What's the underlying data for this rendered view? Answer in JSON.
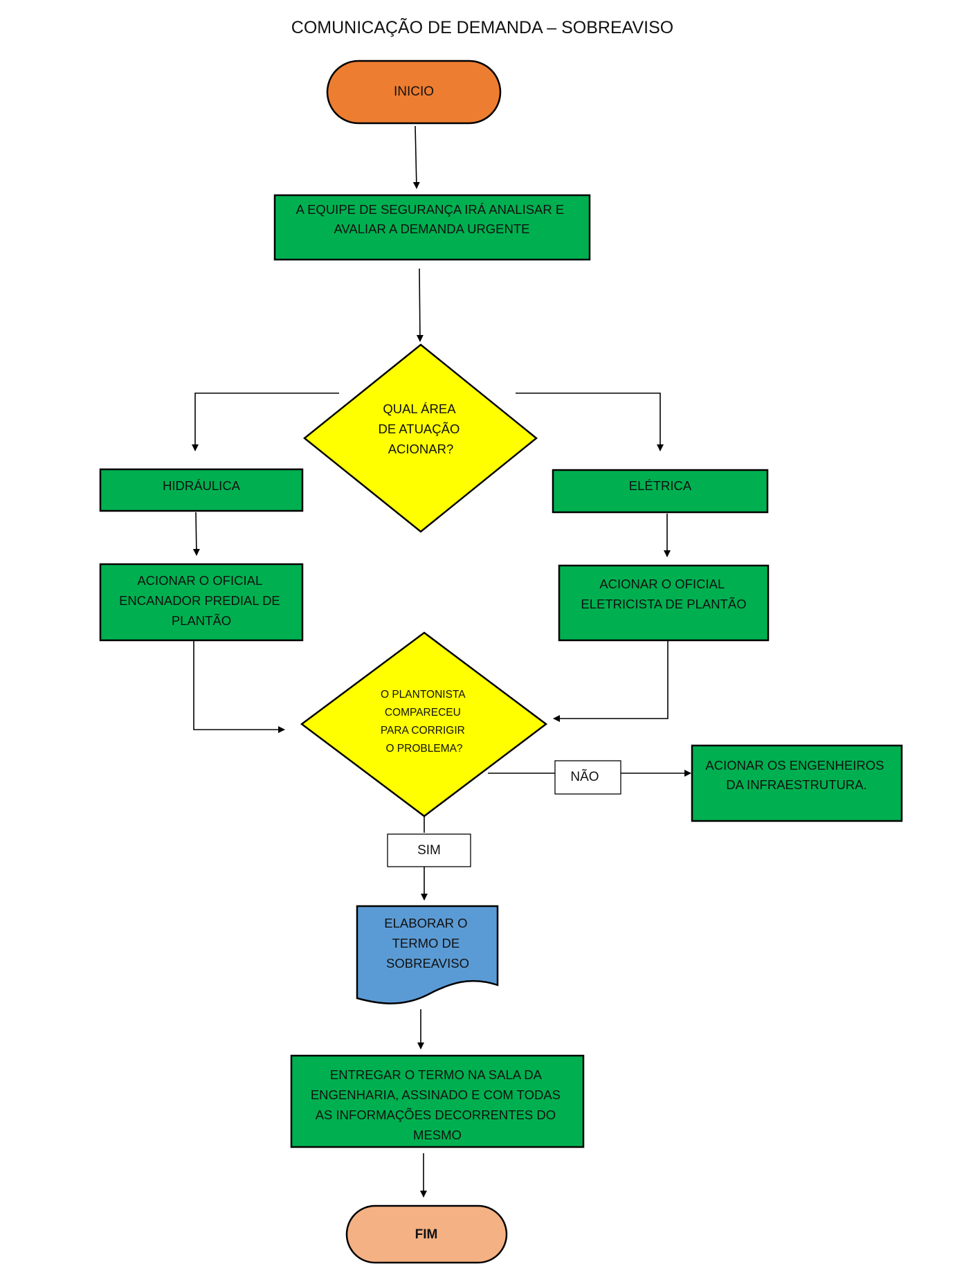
{
  "title": "COMUNICAÇÃO DE DEMANDA – SOBREAVISO",
  "colors": {
    "start": "#ED7D31",
    "end": "#F4B183",
    "process": "#00B050",
    "decision": "#FFFF00",
    "document": "#5B9BD5",
    "label_box": "#FFFFFF",
    "stroke": "#000000"
  },
  "nodes": {
    "start": {
      "label": "INICIO"
    },
    "analyze": {
      "lines": [
        "A EQUIPE DE SEGURANÇA IRÁ ANALISAR E",
        "AVALIAR A DEMANDA URGENTE"
      ]
    },
    "decision_area": {
      "lines": [
        "QUAL ÁREA",
        "DE ATUAÇÃO",
        "ACIONAR?"
      ]
    },
    "hidraulica": {
      "label": "HIDRÁULICA"
    },
    "eletrica": {
      "label": "ELÉTRICA"
    },
    "encanador": {
      "lines": [
        "ACIONAR O OFICIAL",
        "ENCANADOR PREDIAL DE",
        "PLANTÃO"
      ]
    },
    "eletricista": {
      "lines": [
        "ACIONAR O OFICIAL",
        "ELETRICISTA DE PLANTÃO"
      ]
    },
    "decision_plantonista": {
      "lines": [
        "O PLANTONISTA",
        "COMPARECEU",
        "PARA CORRIGIR",
        "O PROBLEMA?"
      ]
    },
    "label_nao": {
      "label": "NÃO"
    },
    "engenheiros": {
      "lines": [
        "ACIONAR OS ENGENHEIROS",
        "DA INFRAESTRUTURA."
      ]
    },
    "label_sim": {
      "label": "SIM"
    },
    "termo": {
      "lines": [
        "ELABORAR O",
        "TERMO DE",
        "SOBREAVISO"
      ]
    },
    "entregar": {
      "lines": [
        "ENTREGAR O TERMO NA SALA DA",
        "ENGENHARIA, ASSINADO E COM TODAS",
        "AS INFORMAÇÕES DECORRENTES DO",
        "MESMO"
      ]
    },
    "end": {
      "label": "FIM"
    }
  }
}
